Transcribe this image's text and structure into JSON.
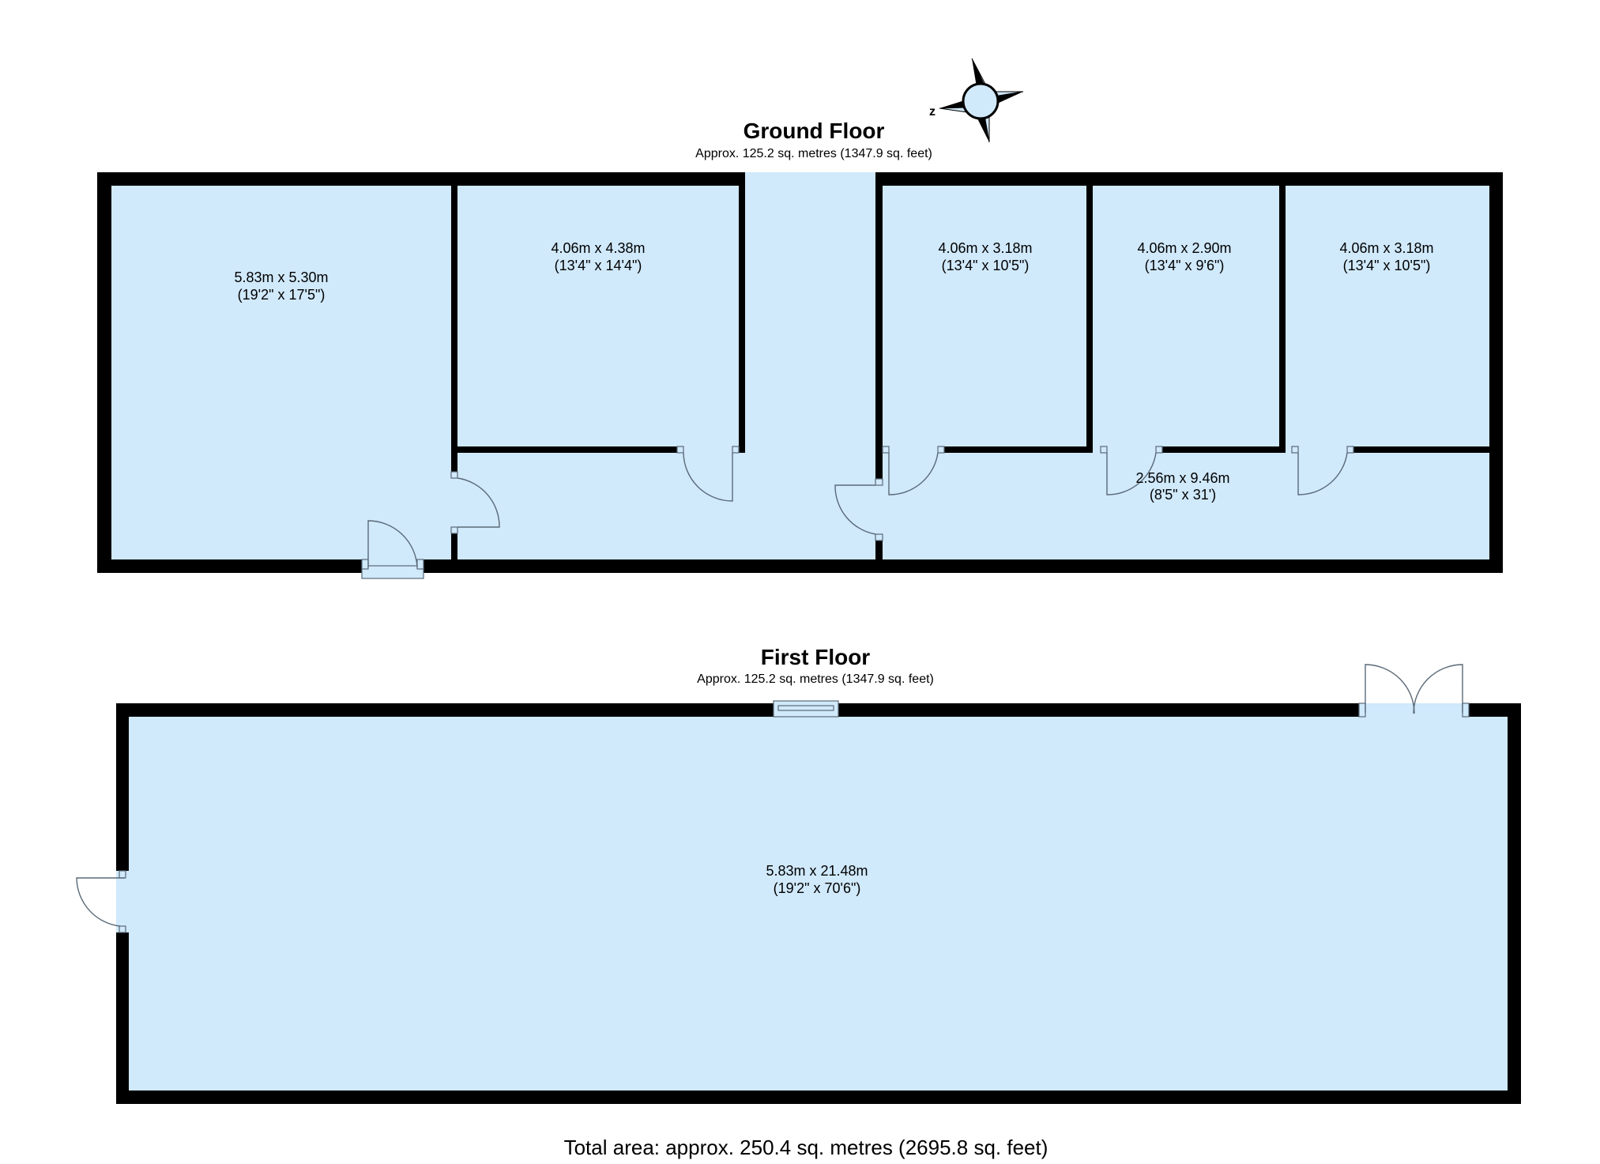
{
  "colors": {
    "floor": "#d0e9fb",
    "wall": "#000000",
    "door_line": "#5a6a78"
  },
  "compass": {
    "label": "z"
  },
  "ground_floor": {
    "title": "Ground Floor",
    "area": "Approx. 125.2 sq. metres (1347.9 sq. feet)",
    "rooms": [
      {
        "metric": "5.83m x 5.30m",
        "imperial": "(19'2\" x 17'5\")"
      },
      {
        "metric": "4.06m x 4.38m",
        "imperial": "(13'4\" x 14'4\")"
      },
      {
        "metric": "4.06m x 3.18m",
        "imperial": "(13'4\" x 10'5\")"
      },
      {
        "metric": "4.06m x 2.90m",
        "imperial": "(13'4\" x 9'6\")"
      },
      {
        "metric": "4.06m x 3.18m",
        "imperial": "(13'4\" x 10'5\")"
      },
      {
        "metric": "2.56m x 9.46m",
        "imperial": "(8'5\" x 31')"
      }
    ]
  },
  "first_floor": {
    "title": "First Floor",
    "area": "Approx. 125.2 sq. metres (1347.9 sq. feet)",
    "rooms": [
      {
        "metric": "5.83m x 21.48m",
        "imperial": "(19'2\" x 70'6\")"
      }
    ]
  },
  "total_area": "Total area: approx. 250.4 sq. metres (2695.8 sq. feet)"
}
